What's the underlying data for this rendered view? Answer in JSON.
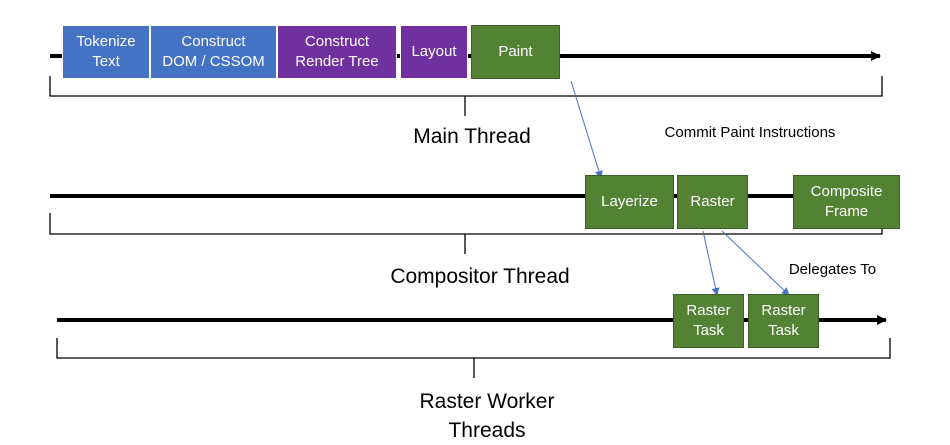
{
  "main_thread": {
    "steps": [
      {
        "label": "Tokenize\nText",
        "color": "#4472c4"
      },
      {
        "label": "Construct\nDOM / CSSOM",
        "color": "#4472c4"
      },
      {
        "label": "Construct\nRender Tree",
        "color": "#7030a0"
      },
      {
        "label": "Layout",
        "color": "#7030a0"
      },
      {
        "label": "Paint",
        "color": "#548235"
      }
    ],
    "label": "Main Thread"
  },
  "compositor_thread": {
    "steps": [
      {
        "label": "Layerize",
        "color": "#548235"
      },
      {
        "label": "Raster",
        "color": "#548235"
      },
      {
        "label": "Composite\nFrame",
        "color": "#548235"
      }
    ],
    "label": "Compositor Thread"
  },
  "raster_worker_threads": {
    "steps": [
      {
        "label": "Raster\nTask",
        "color": "#548235"
      },
      {
        "label": "Raster\nTask",
        "color": "#548235"
      }
    ],
    "label": "Raster Worker\nThreads"
  },
  "annotations": {
    "commit": "Commit Paint Instructions",
    "delegates": "Delegates To"
  },
  "colors": {
    "timeline": "#000000",
    "connector": "#4472c4"
  }
}
